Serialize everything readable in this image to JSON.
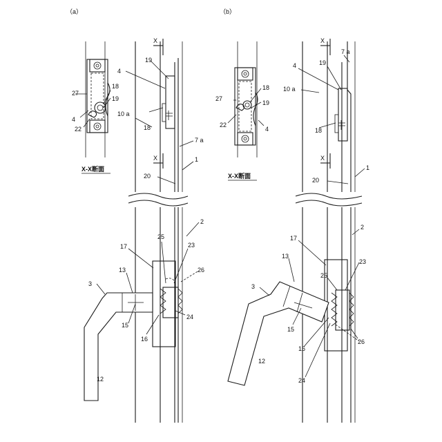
{
  "panels": [
    {
      "tag": "（a）",
      "section_caption": "X-X断面"
    },
    {
      "tag": "（b）",
      "section_caption": "X-X断面"
    }
  ],
  "labels": {
    "n1": "1",
    "n2": "2",
    "n3": "3",
    "n4": "4",
    "n7a": "7 a",
    "n10a": "10 a",
    "n12": "12",
    "n13": "13",
    "n15": "15",
    "n16": "16",
    "n17": "17",
    "n18": "18",
    "n19": "19",
    "n20": "20",
    "n22": "22",
    "n23": "23",
    "n24": "24",
    "n25": "25",
    "n26": "26",
    "n27": "27",
    "x": "X"
  }
}
